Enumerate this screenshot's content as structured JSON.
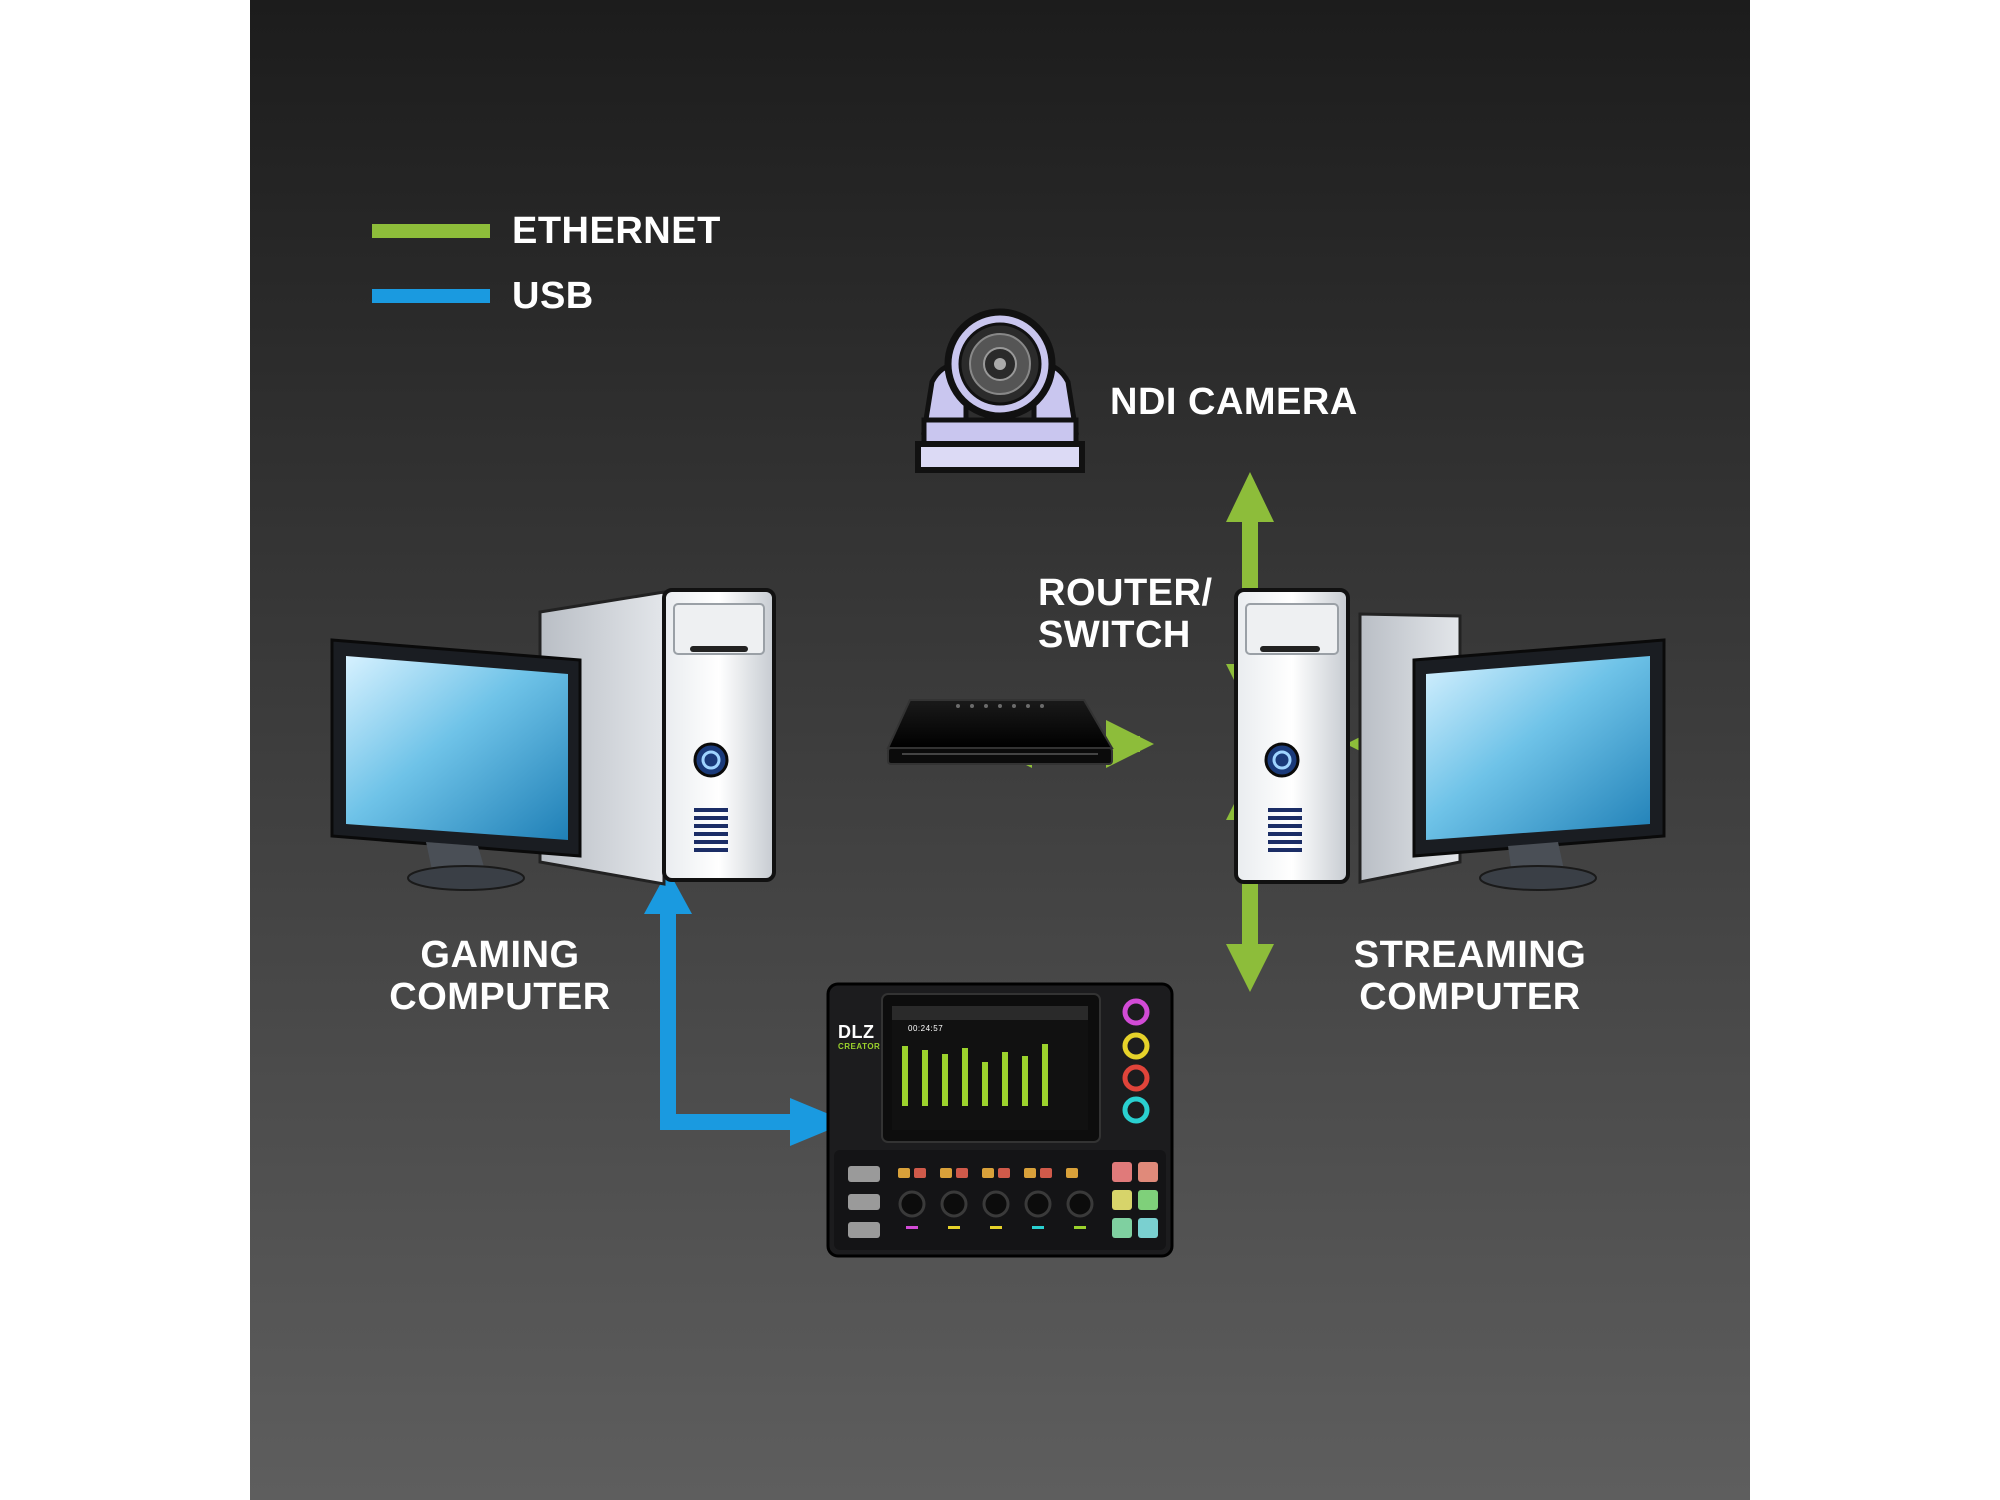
{
  "legend": {
    "ethernet_label": "ETHERNET",
    "usb_label": "USB"
  },
  "labels": {
    "ndi_camera": "NDI CAMERA",
    "router_line1": "ROUTER/",
    "router_line2": "SWITCH",
    "gaming_line1": "GAMING",
    "gaming_line2": "COMPUTER",
    "streaming_line1": "STREAMING",
    "streaming_line2": "COMPUTER"
  },
  "mixer": {
    "brand": "DLZ",
    "model": "CREATOR",
    "time": "00:24:57"
  },
  "colors": {
    "ethernet": "#8dbd3a",
    "usb": "#1a9ae0",
    "camera_body": "#c9c6ef",
    "text": "#ffffff"
  },
  "icons": {
    "camera": "ptz-camera-icon",
    "router": "router-switch-icon",
    "computer": "desktop-computer-icon",
    "mixer": "audio-mixer-icon"
  }
}
